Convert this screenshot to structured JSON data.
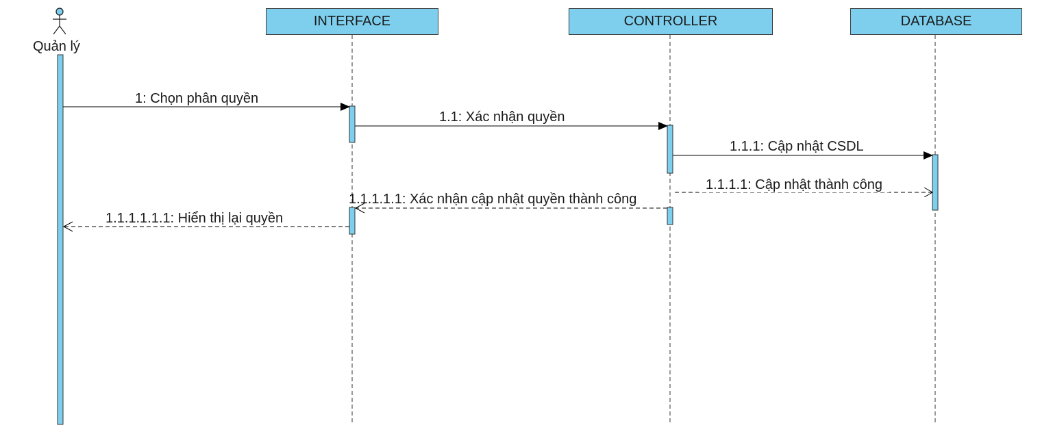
{
  "actor": {
    "label": "Quản lý"
  },
  "lifelines": [
    {
      "label": "INTERFACE"
    },
    {
      "label": "CONTROLLER"
    },
    {
      "label": "DATABASE"
    }
  ],
  "messages": [
    {
      "label": "1: Chọn phân quyền"
    },
    {
      "label": "1.1: Xác nhận quyền"
    },
    {
      "label": "1.1.1: Cập nhật CSDL"
    },
    {
      "label": "1.1.1.1: Cập nhật thành công"
    },
    {
      "label": "1.1.1.1.1: Xác nhận cập nhật quyền thành công"
    },
    {
      "label": "1.1.1.1.1.1: Hiển thị lại quyền"
    }
  ],
  "colors": {
    "activation_fill": "#7ecfee",
    "line": "#1a1a1a"
  }
}
